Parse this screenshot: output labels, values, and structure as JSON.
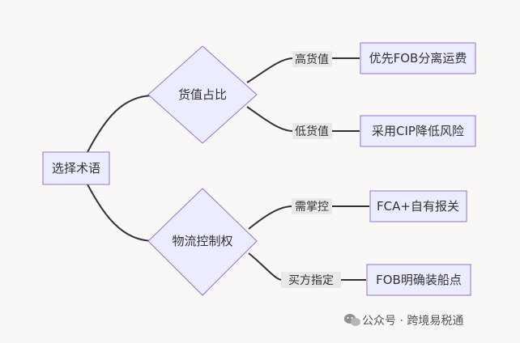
{
  "diagram": {
    "root": "选择术语",
    "branches": [
      {
        "label": "货值占比",
        "children": [
          {
            "edge_label": "高货值",
            "leaf": "优先FOB分离运费"
          },
          {
            "edge_label": "低货值",
            "leaf": "采用CIP降低风险"
          }
        ]
      },
      {
        "label": "物流控制权",
        "children": [
          {
            "edge_label": "需掌控",
            "leaf": "FCA+自有报关"
          },
          {
            "edge_label": "买方指定",
            "leaf": "FOB明确装船点"
          }
        ]
      }
    ]
  },
  "watermark": {
    "icon": "wechat-icon",
    "text": "公众号 · 跨境易税通"
  }
}
